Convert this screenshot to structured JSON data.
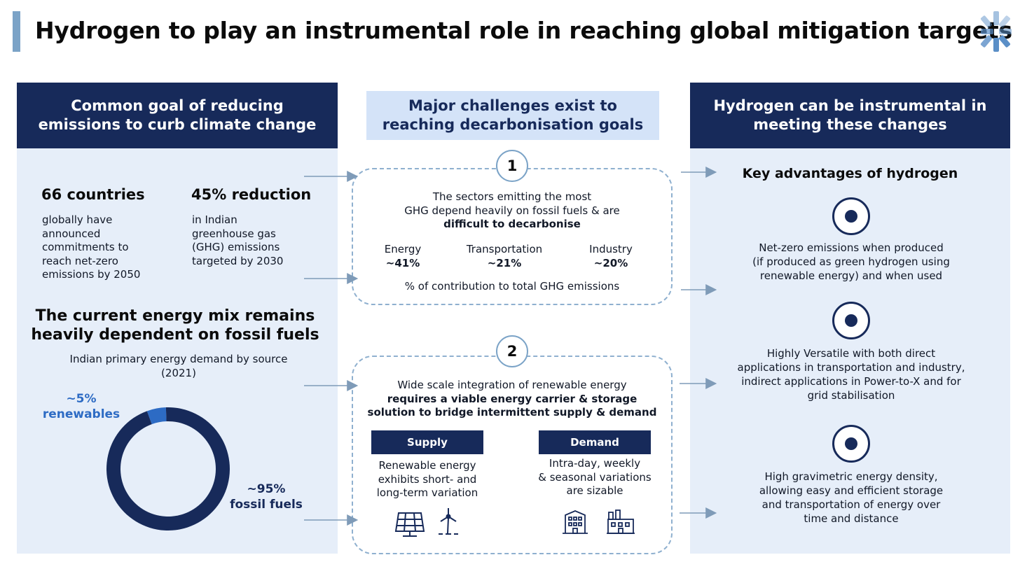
{
  "title": "Hydrogen to play an instrumental role in reaching global mitigation targets",
  "colors": {
    "navy": "#172a5a",
    "light_panel": "#e6eef9",
    "mid_header": "#d4e3f8",
    "accent_blue": "#2d6bc4",
    "dashed_border": "#8fb0cf"
  },
  "left": {
    "header": [
      "Common goal of reducing",
      "emissions to curb climate change"
    ],
    "stat1": {
      "value": "66 countries",
      "text": [
        "globally have",
        "announced",
        "commitments to",
        "reach net-zero",
        "emissions by 2050"
      ]
    },
    "stat2": {
      "value": "45% reduction",
      "text": [
        "in Indian",
        "greenhouse gas",
        "(GHG) emissions",
        "targeted by 2030"
      ]
    },
    "mix_title": [
      "The current energy mix remains",
      "heavily dependent on fossil fuels"
    ],
    "mix_subtitle": [
      "Indian primary energy demand by source",
      "(2021)"
    ],
    "renewables_label": [
      "~5%",
      "renewables"
    ],
    "fossil_label": [
      "~95%",
      "fossil fuels"
    ]
  },
  "chart_data": {
    "type": "pie",
    "title": "Indian primary energy demand by source (2021)",
    "slices": [
      {
        "label": "renewables",
        "value": 5,
        "color": "#2d6bc4"
      },
      {
        "label": "fossil fuels",
        "value": 95,
        "color": "#172a5a"
      }
    ]
  },
  "middle": {
    "header": [
      "Major challenges exist to",
      "reaching decarbonisation goals"
    ],
    "box1": {
      "number": "1",
      "text_lines": [
        "The sectors emitting the most",
        "GHG depend heavily on fossil fuels & are"
      ],
      "text_bold": "difficult to decarbonise",
      "sectors": [
        {
          "name": "Energy",
          "value": "~41%"
        },
        {
          "name": "Transportation",
          "value": "~21%"
        },
        {
          "name": "Industry",
          "value": "~20%"
        }
      ],
      "footnote": "% of contribution to total GHG emissions"
    },
    "box2": {
      "number": "2",
      "text_line": "Wide scale integration of renewable energy",
      "text_bold": [
        "requires a viable energy carrier & storage",
        "solution to bridge intermittent supply & demand"
      ],
      "supply": {
        "label": "Supply",
        "text": [
          "Renewable energy",
          "exhibits short- and",
          "long-term variation"
        ],
        "icons": [
          "solar-panel-icon",
          "wind-turbine-icon"
        ]
      },
      "demand": {
        "label": "Demand",
        "text": [
          "Intra-day, weekly",
          "& seasonal variations",
          "are sizable"
        ],
        "icons": [
          "building-icon",
          "factory-icon"
        ]
      }
    }
  },
  "right": {
    "header": [
      "Hydrogen can be instrumental in",
      "meeting these changes"
    ],
    "adv_title": "Key advantages of hydrogen",
    "advantages": [
      {
        "icon": "target-icon",
        "text": [
          "Net-zero emissions when produced",
          "(if produced as green hydrogen using",
          "renewable energy) and when used"
        ]
      },
      {
        "icon": "target-icon",
        "text": [
          "Highly Versatile with both direct",
          "applications in transportation and industry,",
          "indirect applications in Power-to-X and for",
          "grid stabilisation"
        ]
      },
      {
        "icon": "target-icon",
        "text": [
          "High gravimetric energy density,",
          "allowing easy and efficient storage",
          "and transportation of energy over",
          "time and distance"
        ]
      }
    ]
  }
}
